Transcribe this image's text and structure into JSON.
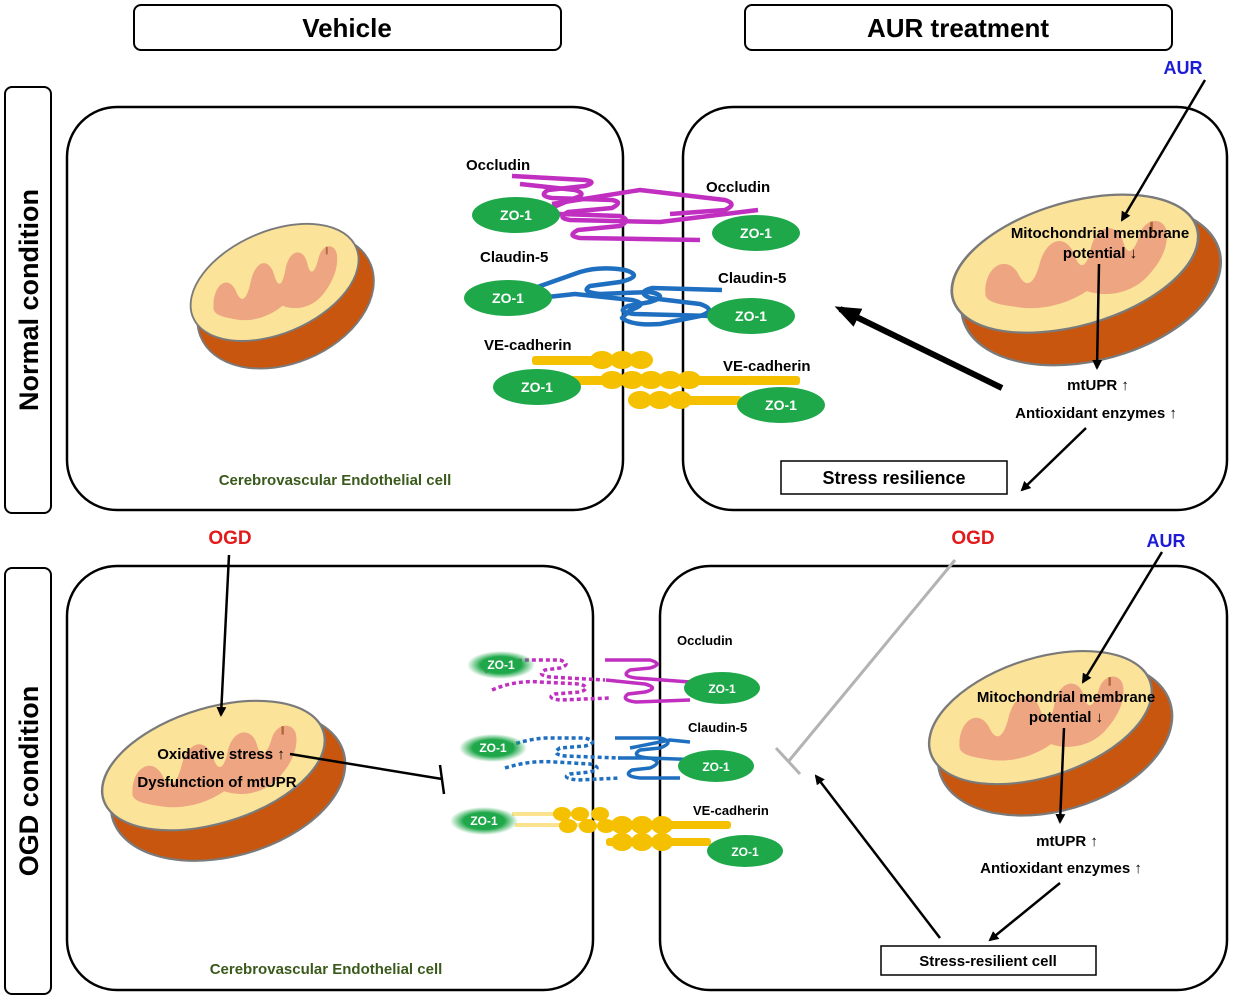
{
  "headers": {
    "vehicle": "Vehicle",
    "aur_treatment": "AUR treatment"
  },
  "conditions": {
    "normal": "Normal condition",
    "ogd": "OGD condition"
  },
  "cell_label": "Cerebrovascular Endothelial cell",
  "proteins": {
    "occludin": "Occludin",
    "claudin5": "Claudin-5",
    "vecadherin": "VE-cadherin",
    "zo1": "ZO-1"
  },
  "stimuli": {
    "aur": "AUR",
    "ogd": "OGD"
  },
  "mito_text": {
    "membrane_line1": "Mitochondrial membrane",
    "membrane_line2": "potential ↓",
    "mtupr": "mtUPR ↑",
    "antioxidant": "Antioxidant enzymes ↑",
    "oxidative": "Oxidative stress ↑",
    "dysfunction": "Dysfunction of mtUPR"
  },
  "outcomes": {
    "stress_resilience": "Stress resilience",
    "stress_resilient_cell": "Stress-resilient cell"
  },
  "colors": {
    "occludin": "#c02fc0",
    "claudin": "#1f6fc0",
    "cadherin": "#f5c000",
    "zo1": "#1fa84a",
    "mito_outer": "#c8560f",
    "mito_inner": "#fce39a",
    "cristae": "#eea682",
    "ogd": "#e31a1c",
    "aur": "#1c1cd6",
    "cell_label": "#3a5a1c"
  }
}
